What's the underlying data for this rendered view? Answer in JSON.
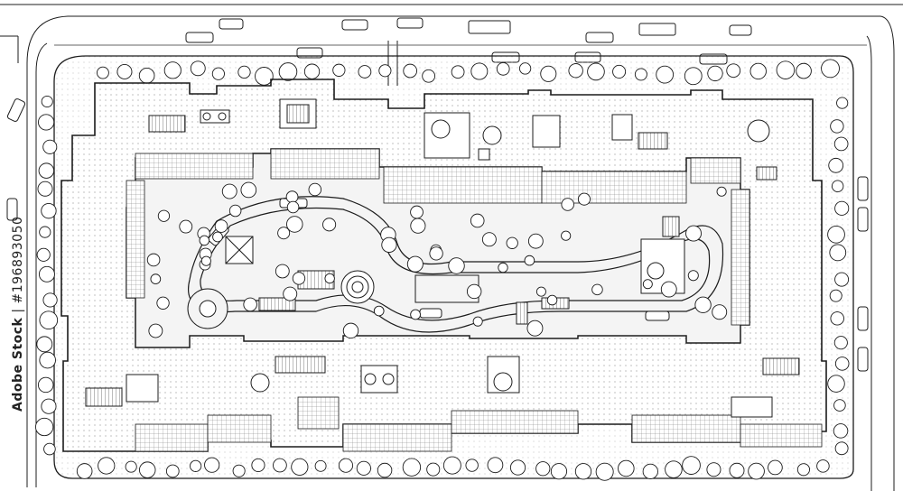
{
  "image": {
    "subject": "site plan of residential block with inner courtyard",
    "style": "black line drawing on white"
  },
  "watermark": {
    "label": "Adobe Stock",
    "sep": "|",
    "id": "#196893050"
  },
  "colors": {
    "line": "#1c1c1c",
    "paper": "#ffffff",
    "hatch": "#7a7a7a",
    "lawn": "#f1f1f1",
    "path": "#ffffff"
  }
}
